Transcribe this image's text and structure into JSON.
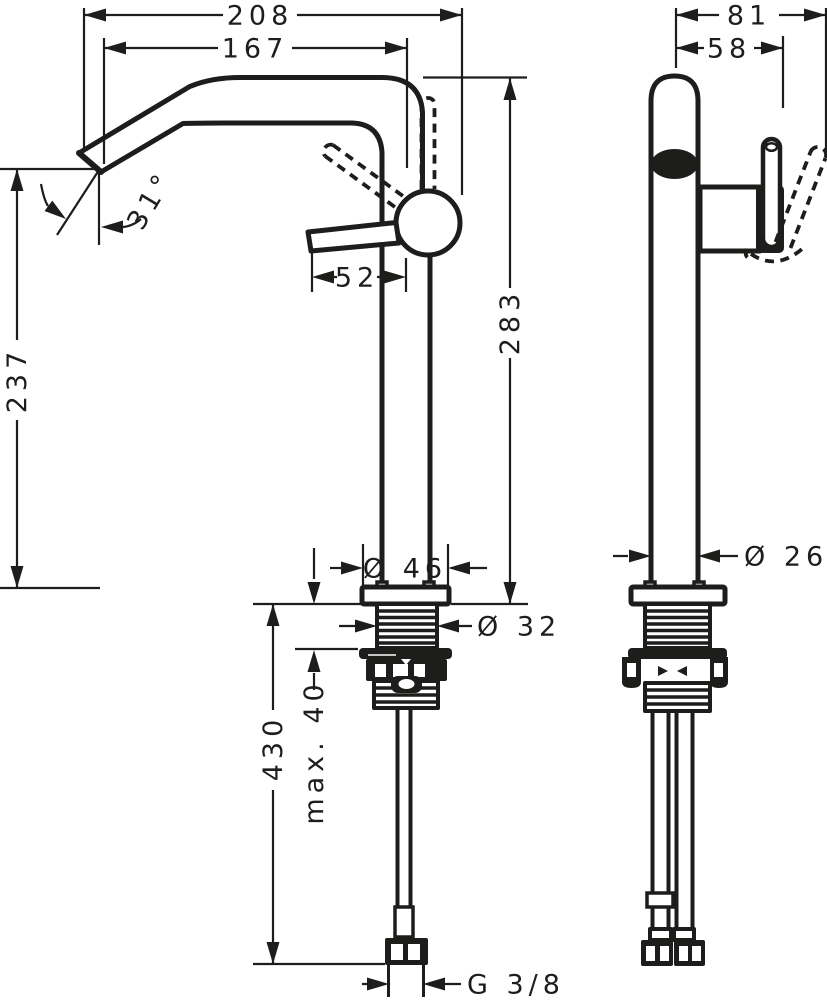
{
  "drawing": {
    "background_color": "#ffffff",
    "line_color": "#1d1d1b",
    "front_view": {
      "dim_overall_width": "208",
      "dim_spout_reach": "167",
      "dim_spout_angle": "31°",
      "dim_lever_reach": "52",
      "dim_spout_top_height": "283",
      "dim_outlet_height": "237",
      "dim_base_diameter": "Ø 46",
      "dim_shank_diameter": "Ø 32",
      "dim_hose_length": "430",
      "dim_max_counter_thickness": "max. 40",
      "dim_connection_thread": "G 3/8"
    },
    "side_view": {
      "dim_overall_depth": "81",
      "dim_handle_depth": "58",
      "dim_body_diameter": "Ø 26"
    }
  }
}
